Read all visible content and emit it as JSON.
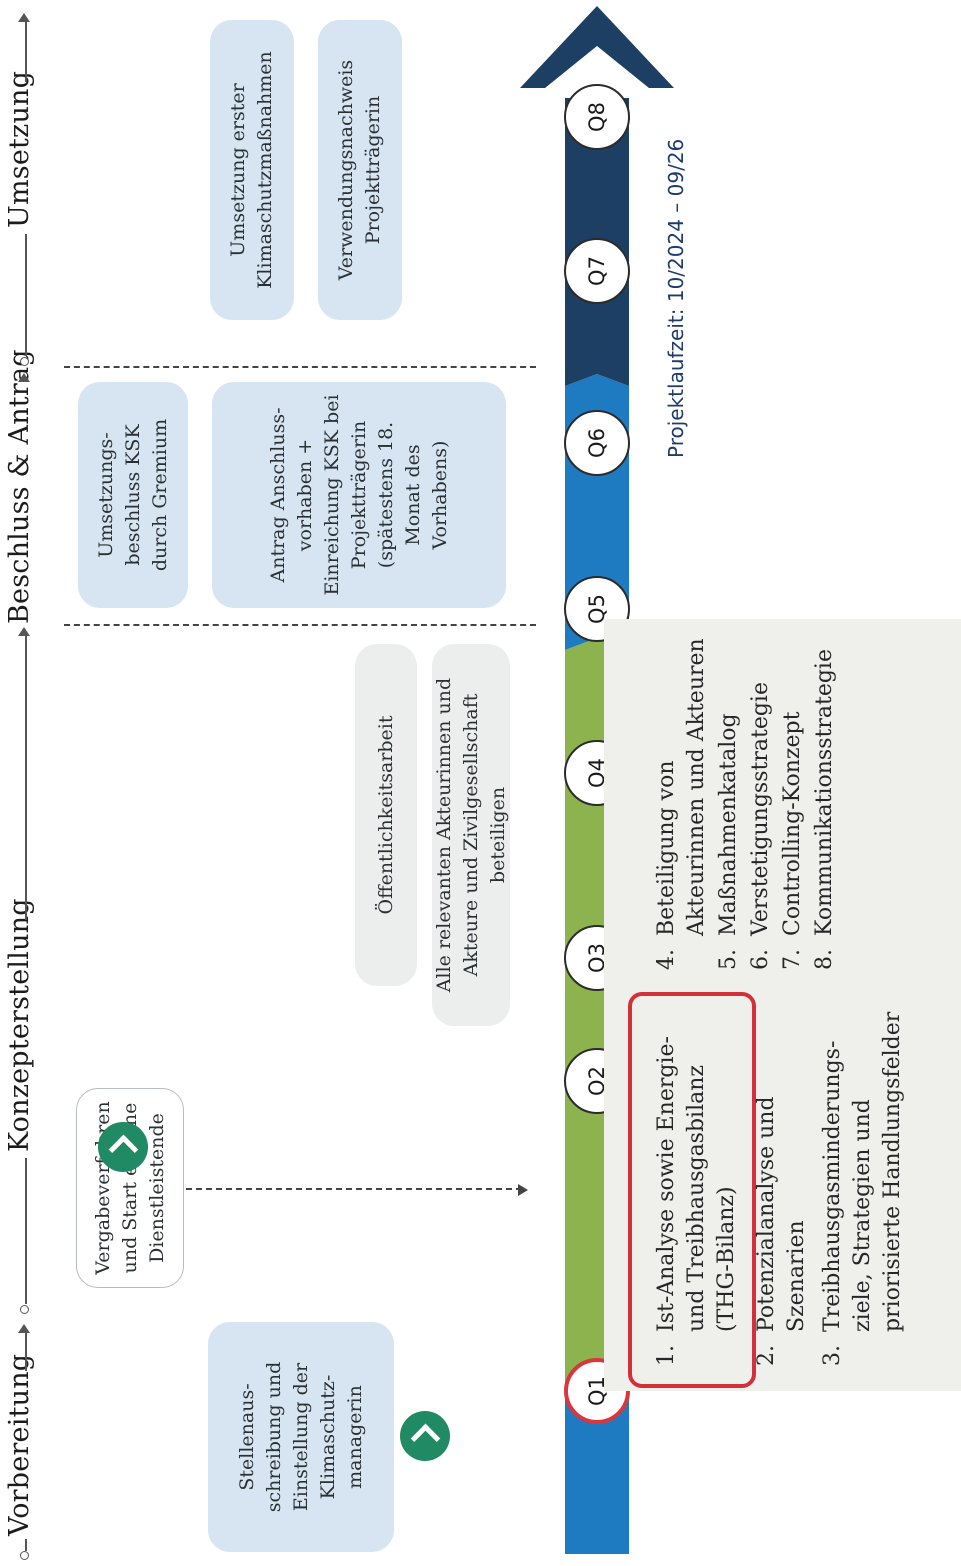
{
  "header": {
    "phase_vorbereitung": "Vorbereitung",
    "phase_konzepterstellung": "Konzepterstellung",
    "phase_beschluss": "Beschluss & Antrag",
    "phase_umsetzung": "Umsetzung"
  },
  "cards": {
    "stellenausschreibung": "Stellenaus-schreibung und Einstellung der Klimaschutz-managerin",
    "vergabeverfahren": "Vergabeverfahren und Start externe Dienstleistende",
    "oeffentlichkeitsarbeit": "Öffentlichkeitsarbeit",
    "akteure": "Alle relevanten Akteurinnen und Akteure und Zivilgesellschaft beteiligen",
    "umsetzungsbeschluss": "Umsetzungs-beschluss KSK durch Gremium",
    "antrag": "Antrag Anschluss-vorhaben + Einreichung KSK bei Projektträgerin (spätestens 18. Monat des Vorhabens)",
    "umsetzung_erster": "Umsetzung erster Klimaschutzmaßnahmen",
    "verwendungsnachweis": "Verwendungsnachweis Projektträgerin"
  },
  "quarters": [
    "Q1",
    "Q2",
    "Q3",
    "Q4",
    "Q5",
    "Q6",
    "Q7",
    "Q8"
  ],
  "steps": [
    {
      "num": "1.",
      "text": "Ist-Analyse sowie Energie- und Treibhausgasbilanz (THG-Bilanz)"
    },
    {
      "num": "2.",
      "text": "Potenzialanalyse und Szenarien"
    },
    {
      "num": "3.",
      "text": "Treibhausgasminderungs-ziele, Strategien und priorisierte Handlungsfelder"
    },
    {
      "num": "4.",
      "text": "Beteiligung von Akteurinnen und Akteuren"
    },
    {
      "num": "5.",
      "text": "Maßnahmenkatalog"
    },
    {
      "num": "6.",
      "text": "Verstetigungsstrategie"
    },
    {
      "num": "7.",
      "text": "Controlling-Konzept"
    },
    {
      "num": "8.",
      "text": "Kommunikationsstrategie"
    }
  ],
  "project_duration": "Projektlaufzeit: 10/2024 – 09/26",
  "colors": {
    "timeline_blue": "#1f7bc1",
    "timeline_green": "#8db34f",
    "timeline_navy": "#1d3f63",
    "card_blue": "#d6e5f1",
    "card_gray": "#eceeed",
    "highlight_red": "#d3303a",
    "check_green": "#1f8a64"
  }
}
